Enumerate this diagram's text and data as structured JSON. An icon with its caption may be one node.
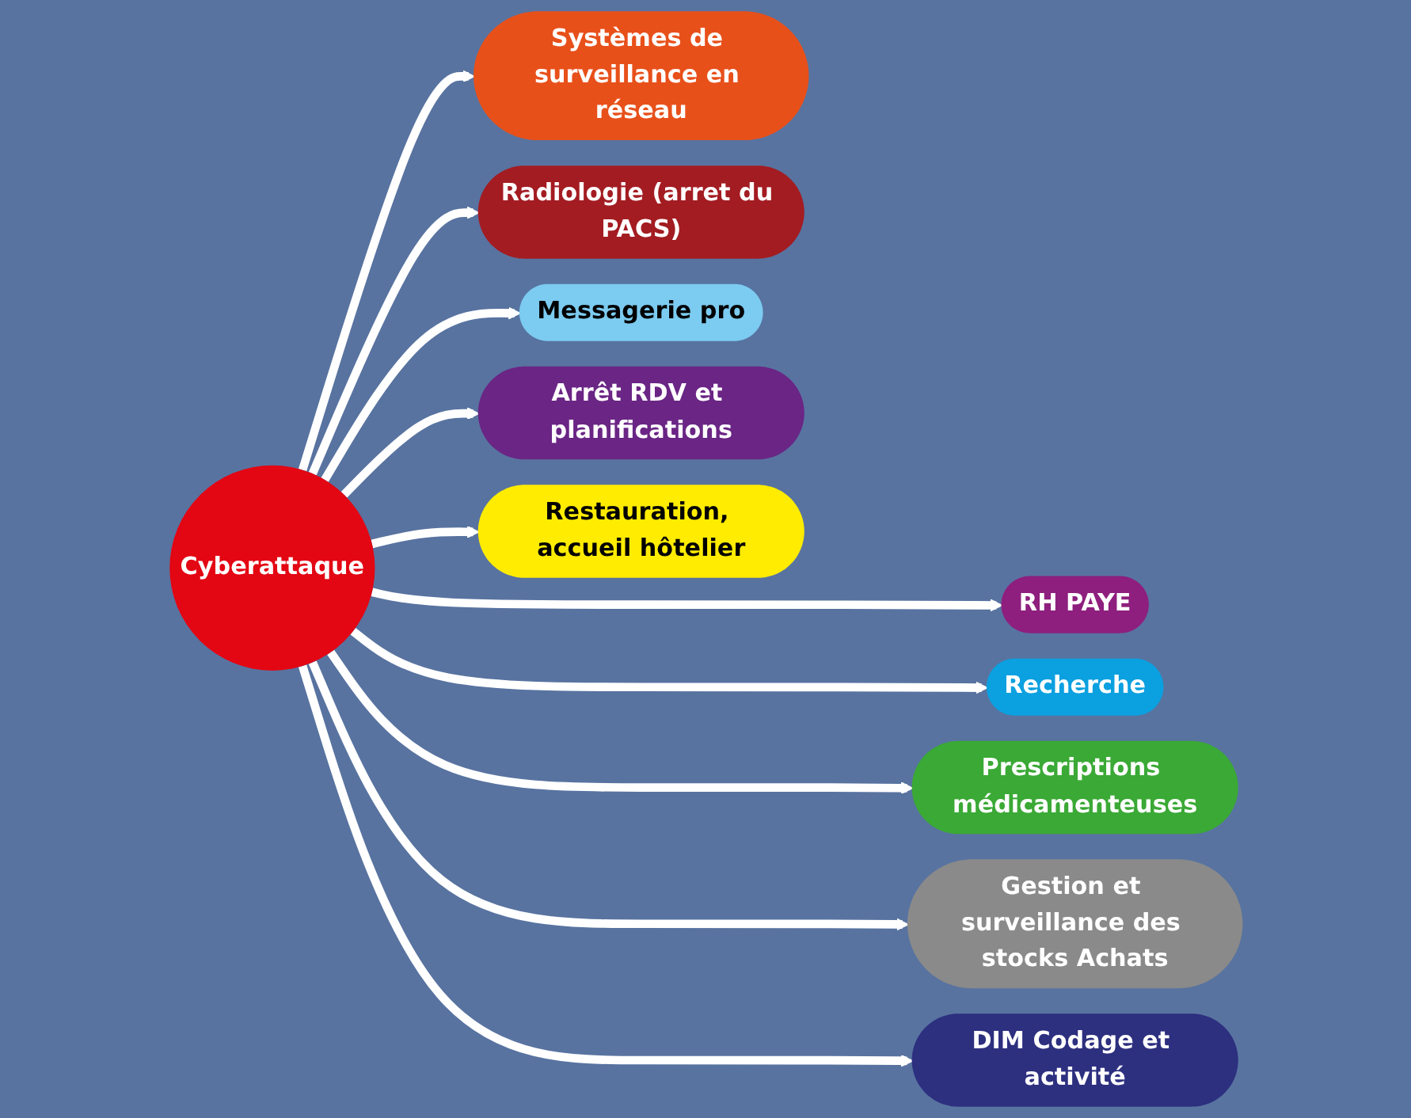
{
  "diagram": {
    "nodes": [
      {
        "text": [
          "Cyberattaque"
        ]
      },
      {
        "text": [
          "Systèmes de surveillance en réseau"
        ]
      },
      {
        "text": [
          "Radiologie (arret du PACS)"
        ]
      },
      {
        "text": [
          "Messagerie pro"
        ]
      },
      {
        "text": [
          "Arrêt RDV et planifications"
        ]
      },
      {
        "text": [
          "Restauration, accueil hôtelier"
        ]
      },
      {
        "text": [
          "RH PAYE"
        ]
      },
      {
        "text": [
          "Recherche"
        ]
      },
      {
        "text": [
          "Prescriptions médicamenteuses"
        ]
      },
      {
        "text": [
          "Gestion et surveillance des stocks Achats"
        ]
      },
      {
        "text": [
          "DIM Codage et activité"
        ]
      }
    ],
    "edges": [
      {
        "from": 0,
        "to": 1,
        "arrow": "to"
      },
      {
        "from": 0,
        "to": 2,
        "arrow": "to"
      },
      {
        "from": 0,
        "to": 3,
        "arrow": "to"
      },
      {
        "from": 0,
        "to": 4,
        "arrow": "to"
      },
      {
        "from": 0,
        "to": 5,
        "arrow": "to"
      },
      {
        "from": 0,
        "to": 6,
        "arrow": "to"
      },
      {
        "from": 0,
        "to": 7,
        "arrow": "to"
      },
      {
        "from": 0,
        "to": 8,
        "arrow": "to"
      },
      {
        "from": 0,
        "to": 9,
        "arrow": "to"
      },
      {
        "from": 0,
        "to": 10,
        "arrow": "to"
      }
    ]
  }
}
